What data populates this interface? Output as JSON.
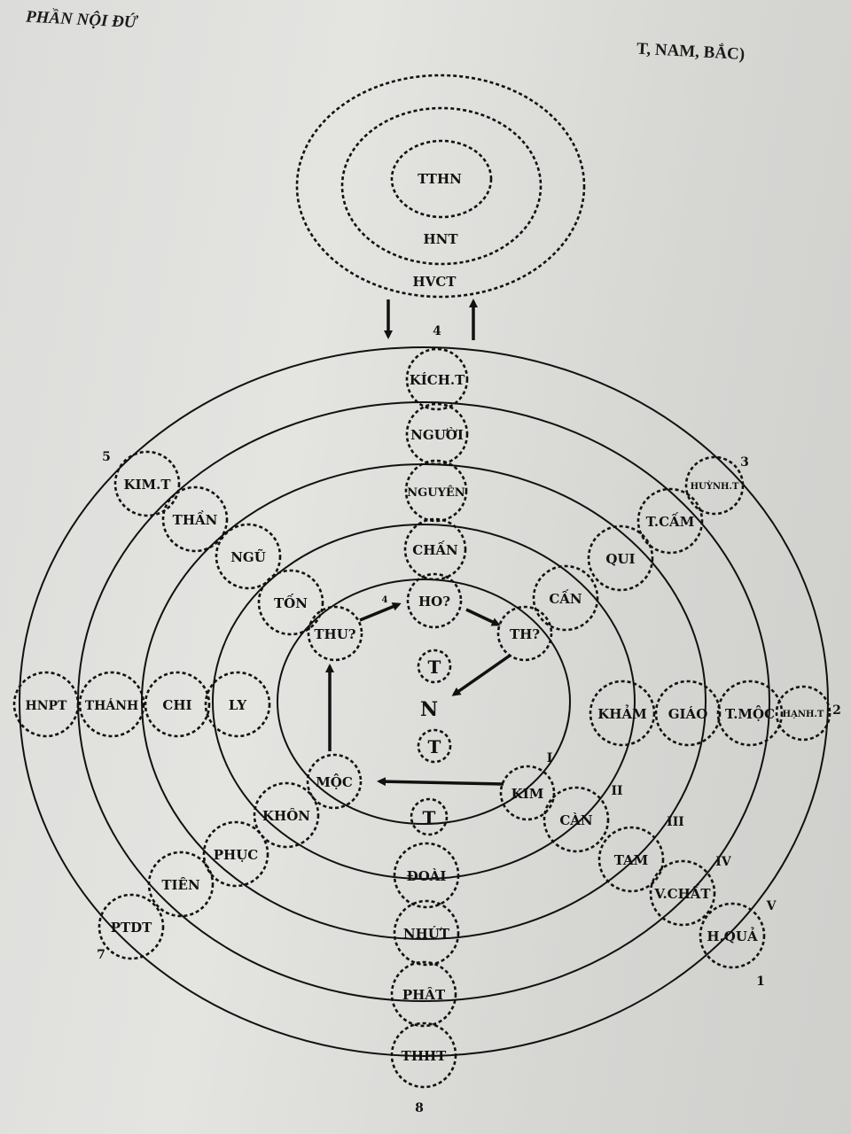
{
  "header": {
    "left": "PHẦN NỘI ĐỨ",
    "right": "T, NAM, BẮC)"
  },
  "top": {
    "core": "TTHN",
    "middle": "HNT",
    "outer": "HVCT"
  },
  "center_label": "N",
  "center_t": [
    "T",
    "T",
    "T"
  ],
  "nodes": {
    "kicht": "KÍCH.T",
    "nguoi": "NGƯỜI",
    "nguyen": "NGUYÊN",
    "chan": "CHẤN",
    "ho": "HO?",
    "thu": "THU?",
    "th": "TH?",
    "ton": "TỐN",
    "ngu": "NGŨ",
    "than": "THẦN",
    "kimt": "KIM.T",
    "cam": "CẤN",
    "qui": "QUI",
    "tcam": "T.CẤM",
    "huynht": "HUỲNH.T",
    "ly": "LY",
    "chi": "CHI",
    "thanh": "THÁNH",
    "hnpt": "HNPT",
    "kham": "KHẢM",
    "giao": "GIÁO",
    "tmoc": "T.MỘC",
    "hanht": "HẠNH.T",
    "moc": "MỘC",
    "khon": "KHÔN",
    "phuc": "PHỤC",
    "tien": "TIÊN",
    "ptdt": "PTDT",
    "kim": "KIM",
    "can": "CÀN",
    "tam": "TAM",
    "vchat": "V.CHẤT",
    "hqua": "H.QUẢ",
    "doai": "ĐOÀI",
    "nhut": "NHỨT",
    "phat": "PHẬT",
    "thht": "THHT"
  },
  "roman": [
    "I",
    "II",
    "III",
    "IV",
    "V"
  ],
  "numbers": {
    "n4": "4",
    "n5": "5",
    "n3": "3",
    "n2": "2",
    "n7": "7",
    "n1": "1",
    "n8": "8",
    "n4b": "4"
  }
}
